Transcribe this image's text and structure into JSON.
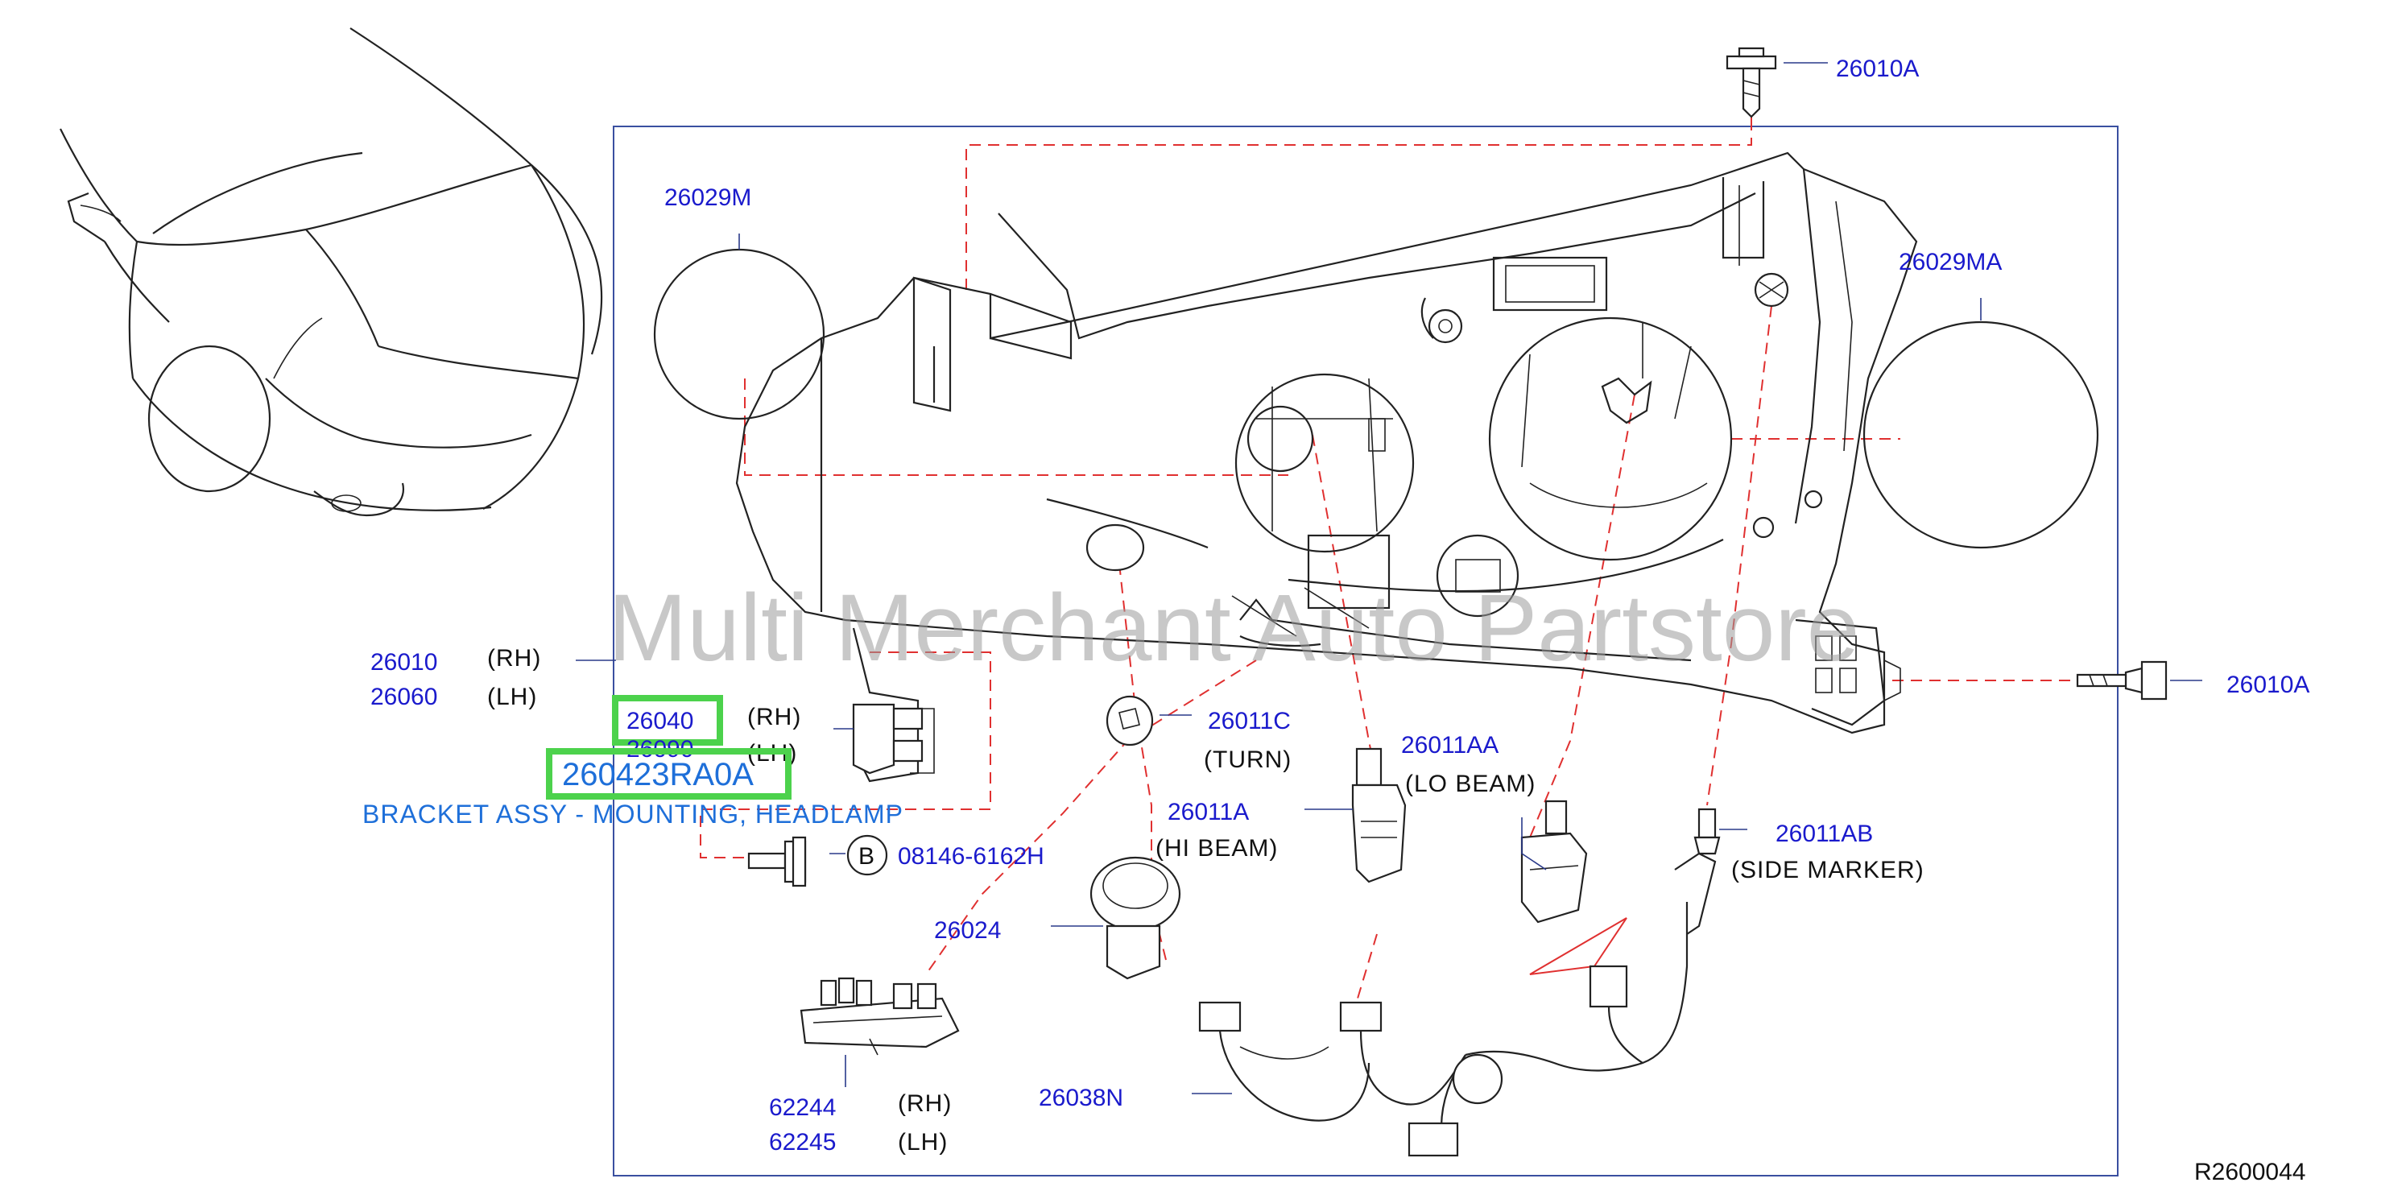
{
  "labels": {
    "p26010A_top": "26010A",
    "p26010A_right": "26010A",
    "p26029M": "26029M",
    "p26029MA": "26029MA",
    "p26010": "26010",
    "p26010_side": "(RH)",
    "p26060": "26060",
    "p26060_side": "(LH)",
    "p26040": "26040",
    "p26040_side": "(RH)",
    "p26090": "26090",
    "p26090_side": "(LH)",
    "p260423RA0A": "260423RA0A",
    "bracket_desc": "BRACKET ASSY - MOUNTING, HEADLAMP",
    "b_marker": "B",
    "p08146": "08146-6162H",
    "p26011C": "26011C",
    "turn_note": "(TURN)",
    "p26011AA": "26011AA",
    "lo_beam_note": "(LO  BEAM)",
    "p26011A": "26011A",
    "hi_beam_note": "(HI  BEAM)",
    "p26011AB": "26011AB",
    "side_marker_note": "(SIDE  MARKER)",
    "p26024": "26024",
    "p62244": "62244",
    "p62244_side": "(RH)",
    "p62245": "62245",
    "p62245_side": "(LH)",
    "p26038N": "26038N",
    "ref_code": "R2600044"
  },
  "watermark": "Multi Merchant Auto Partstore",
  "colors": {
    "part_number": "#1a1acc",
    "highlight_text": "#1e6fd9",
    "highlight_box": "#4cd24c",
    "dashed_leader": "#e03030",
    "frame": "#3a4fa0"
  }
}
